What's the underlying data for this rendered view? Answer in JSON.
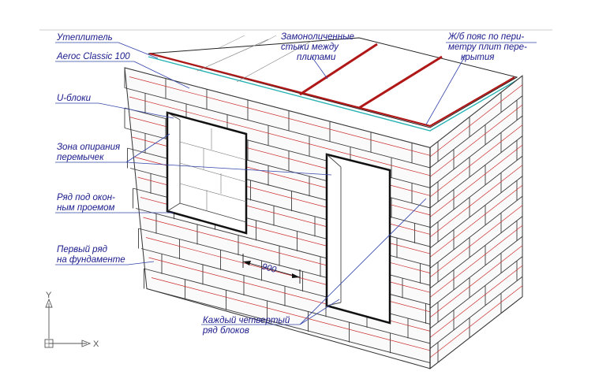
{
  "labels": {
    "insulation": "Утеплитель",
    "aeroc": "Aeroc Classic 100",
    "joints_line1": "Замоноличенные",
    "joints_line2": "стыки между",
    "joints_line3": "плитами",
    "belt_line1": "Ж/б пояс по пери-",
    "belt_line2": "метру плит пере-",
    "belt_line3": "крытия",
    "ublocks": "U-блоки",
    "lintel_line1": "Зона опирания",
    "lintel_line2": "перемычек",
    "window_row_line1": "Ряд под окон-",
    "window_row_line2": "ным проемом",
    "first_row_line1": "Первый ряд",
    "first_row_line2": "на фундаменте",
    "every_fourth_line1": "Каждый четвертый",
    "every_fourth_line2": "ряд блоков"
  },
  "dimension": {
    "value": "900"
  },
  "axes": {
    "x": "X",
    "y": "Y"
  },
  "colors": {
    "callout_text": "#1a1a8c",
    "leader": "#3344aa",
    "mortar_red": "#cc2a2a",
    "slab_joint": "#b01818",
    "insulation_cyan": "#2ab3b3",
    "outline": "#111111"
  }
}
